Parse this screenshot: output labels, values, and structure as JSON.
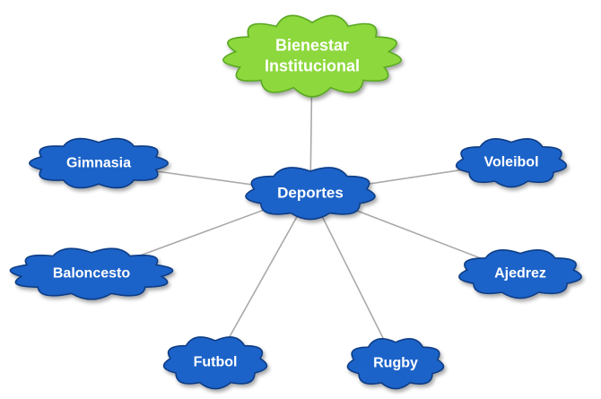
{
  "diagram": {
    "type": "mind-map",
    "nodes": {
      "bienestar": {
        "lines": [
          "Bienestar",
          "Institucional"
        ],
        "fill": "#8dd83e",
        "stroke": "#59a821",
        "text_color": "#ffffff"
      },
      "deportes": {
        "lines": [
          "Deportes"
        ],
        "fill": "#1f63c9",
        "stroke": "#0d3c85",
        "text_color": "#ffffff"
      },
      "gimnasia": {
        "lines": [
          "Gimnasia"
        ],
        "fill": "#1f63c9",
        "stroke": "#0d3c85",
        "text_color": "#ffffff"
      },
      "voleibol": {
        "lines": [
          "Voleibol"
        ],
        "fill": "#1f63c9",
        "stroke": "#0d3c85",
        "text_color": "#ffffff"
      },
      "baloncesto": {
        "lines": [
          "Baloncesto"
        ],
        "fill": "#1f63c9",
        "stroke": "#0d3c85",
        "text_color": "#ffffff"
      },
      "ajedrez": {
        "lines": [
          "Ajedrez"
        ],
        "fill": "#1f63c9",
        "stroke": "#0d3c85",
        "text_color": "#ffffff"
      },
      "futbol": {
        "lines": [
          "Futbol"
        ],
        "fill": "#1f63c9",
        "stroke": "#0d3c85",
        "text_color": "#ffffff"
      },
      "rugby": {
        "lines": [
          "Rugby"
        ],
        "fill": "#1f63c9",
        "stroke": "#0d3c85",
        "text_color": "#ffffff"
      }
    },
    "edges": [
      [
        "bienestar",
        "deportes"
      ],
      [
        "deportes",
        "gimnasia"
      ],
      [
        "deportes",
        "voleibol"
      ],
      [
        "deportes",
        "baloncesto"
      ],
      [
        "deportes",
        "ajedrez"
      ],
      [
        "deportes",
        "futbol"
      ],
      [
        "deportes",
        "rugby"
      ]
    ],
    "edge_color": "#a9a9a9"
  }
}
